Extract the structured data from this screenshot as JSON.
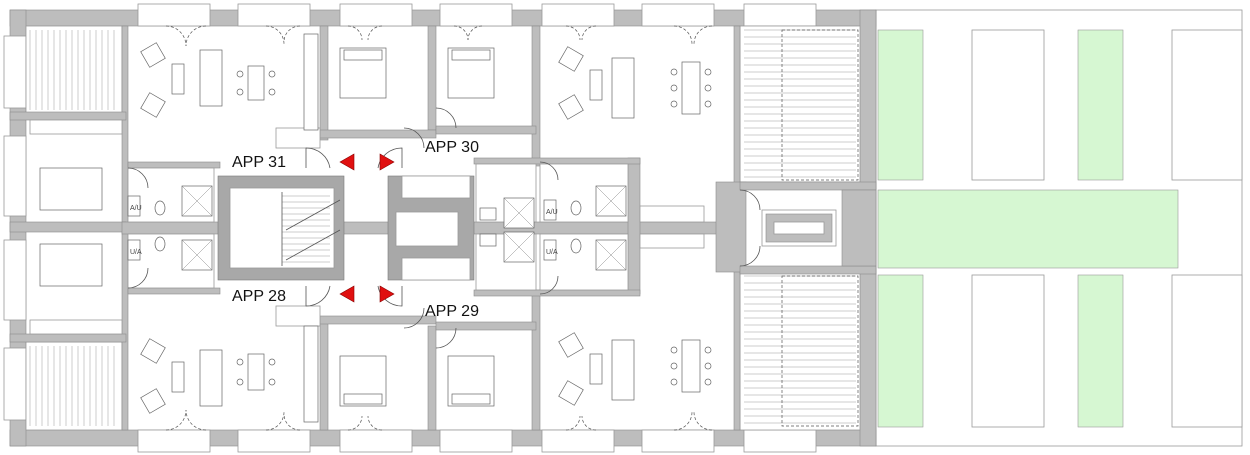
{
  "apartments": [
    {
      "id": "app31",
      "label": "APP 31"
    },
    {
      "id": "app30",
      "label": "APP 30"
    },
    {
      "id": "app28",
      "label": "APP 28"
    },
    {
      "id": "app29",
      "label": "APP 29"
    }
  ],
  "fixture_tags": {
    "au_upper_left": "A/U",
    "ua_lower_left": "U/A",
    "au_upper_right": "A/U",
    "ua_lower_right": "U/A"
  },
  "colors": {
    "wall": "#bdbdbd",
    "garden": "#d6f7d2",
    "arrow": "#e01010"
  }
}
